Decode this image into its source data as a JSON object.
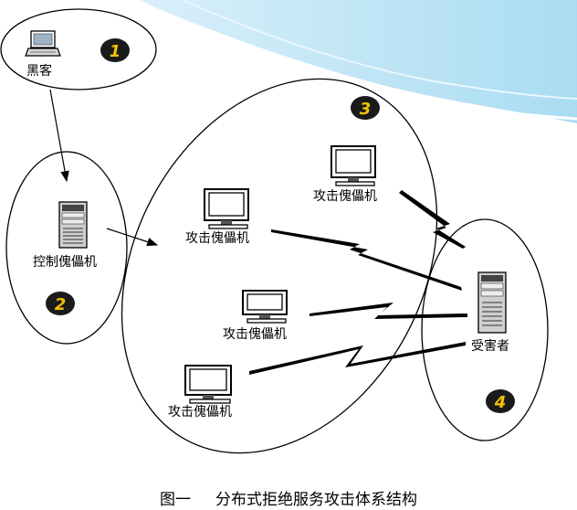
{
  "diagram": {
    "caption": "图一     分布式拒绝服务攻击体系结构",
    "nodes": {
      "hacker": "黑客",
      "master": "控制傀儡机",
      "agent_1": "攻击傀儡机",
      "agent_2": "攻击傀儡机",
      "agent_3": "攻击傀儡机",
      "agent_4": "攻击傀儡机",
      "victim": "受害者"
    },
    "badges": [
      "1",
      "2",
      "3",
      "4"
    ],
    "edges": [
      {
        "from": "hacker",
        "to": "master",
        "style": "arrow"
      },
      {
        "from": "master",
        "to": "agents-group",
        "style": "arrow"
      },
      {
        "from": "agent_1",
        "to": "victim",
        "style": "lightning"
      },
      {
        "from": "agent_2",
        "to": "victim",
        "style": "lightning"
      },
      {
        "from": "agent_3",
        "to": "victim",
        "style": "lightning"
      },
      {
        "from": "agent_4",
        "to": "victim",
        "style": "lightning"
      }
    ],
    "colors": {
      "background_wave": "#bfe6f5",
      "background_wave_light": "#e3f4fb",
      "badge_fill": "#1a1a1a",
      "badge_text": "#f2c200",
      "line": "#000000"
    }
  }
}
